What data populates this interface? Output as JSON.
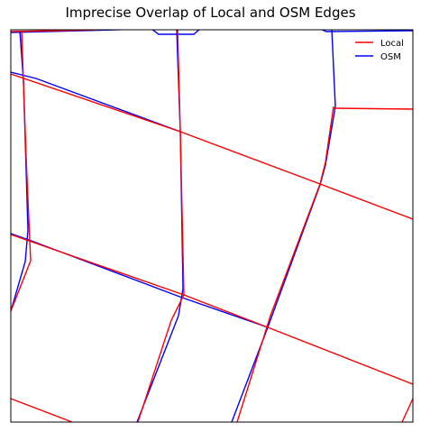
{
  "title": "Imprecise Overlap of Local and OSM Edges",
  "legend": {
    "items": [
      {
        "label": "Local",
        "color": "#ff0000"
      },
      {
        "label": "OSM",
        "color": "#0000ff"
      }
    ]
  },
  "colors": {
    "local": "#ff0000",
    "osm": "#0000ff",
    "frame": "#000000",
    "background": "#ffffff"
  }
}
